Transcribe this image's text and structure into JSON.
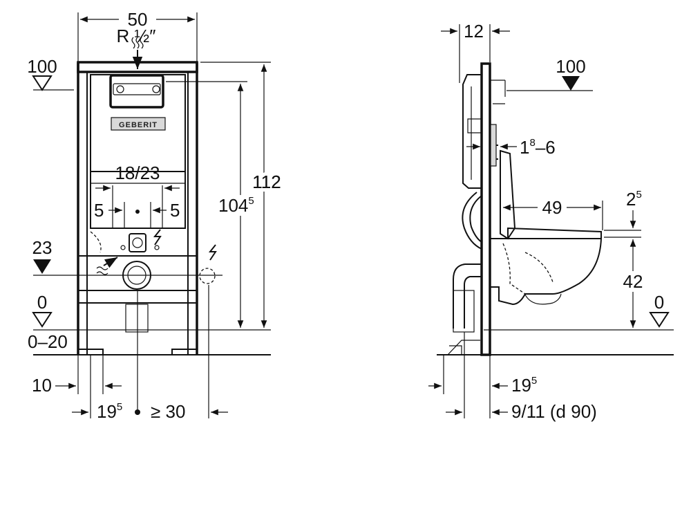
{
  "front_view": {
    "dim_width": "50",
    "dim_water": "R ½″",
    "level_100": "100",
    "dim_height_total": "112",
    "dim_height_plate": "104",
    "dim_height_plate_sup": "5",
    "dim_flush_spacing": "18/23",
    "dim_side_left": "5",
    "dim_side_right": "5",
    "level_23": "23",
    "level_0": "0",
    "dim_floor_range": "0–20",
    "dim_10": "10",
    "dim_19": "19",
    "dim_19_sup": "5",
    "dim_min_30": "≥ 30",
    "brand_label": "GEBERIT"
  },
  "side_view": {
    "dim_frame_depth": "12",
    "level_100": "100",
    "dim_wall_1": "1",
    "dim_wall_1_sup": "8",
    "dim_wall_6": "–6",
    "dim_bowl_length": "49",
    "dim_2": "2",
    "dim_2_sup": "5",
    "dim_seat_height": "42",
    "level_0": "0",
    "dim_19": "19",
    "dim_19_sup": "5",
    "dim_drain": "9/11 (d 90)"
  },
  "icons": {
    "level_marker_open": "open-triangle-level-icon",
    "level_marker_filled": "filled-triangle-level-icon",
    "electric": "lightning-icon",
    "water": "water-wave-icon"
  }
}
